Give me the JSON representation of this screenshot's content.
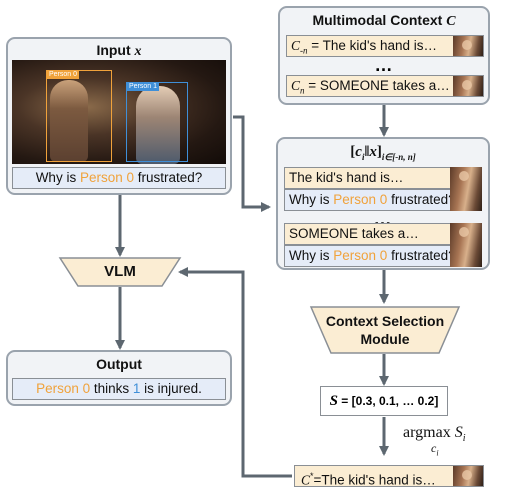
{
  "input_panel": {
    "title": "Input",
    "title_var": "x",
    "box_person0": "Person 0",
    "box_person1": "Person 1",
    "question_pre": "Why is ",
    "question_person": "Person 0",
    "question_post": " frustrated?"
  },
  "context_panel": {
    "title": "Multimodal Context",
    "title_var": "C",
    "row1_label": "C",
    "row1_sub": "-n",
    "row1_text": "= The kid's hand is…",
    "dots": "…",
    "row2_label": "C",
    "row2_sub": "n",
    "row2_text": "= SOMEONE takes a…"
  },
  "concat_panel": {
    "title_c": "c",
    "title_c_sub": "i",
    "title_sep": "‖",
    "title_x": "x",
    "title_range": "i∈[-n, n]",
    "g1_caption": "The kid's hand is…",
    "g1_q_pre": "Why is ",
    "g1_q_person": "Person 0",
    "g1_q_post": " frustrated?",
    "dots": "…",
    "g2_caption": "SOMEONE takes a…",
    "g2_q_pre": "Why is ",
    "g2_q_person": "Person 0",
    "g2_q_post": " frustrated?"
  },
  "vlm": {
    "label": "VLM"
  },
  "csm": {
    "line1": "Context Selection",
    "line2": "Module"
  },
  "scores": {
    "var": "S",
    "text": " = [0.3, 0.1, … 0.2]"
  },
  "argmax": {
    "op": "argmax",
    "sub": "c",
    "sub_sub": "i",
    "target": "S",
    "target_sub": "i"
  },
  "selected": {
    "label": "C",
    "sup": "*",
    "text": "=The kid's hand is…"
  },
  "output_panel": {
    "title": "Output",
    "person": "Person 0",
    "mid": " thinks ",
    "num": "1",
    "post": " is injured."
  },
  "colors": {
    "orange": "#f0a23b",
    "blue": "#3f8fd8",
    "arrow": "#5d6770",
    "cream": "#fbedd3",
    "qblue": "#e5ecf8"
  }
}
